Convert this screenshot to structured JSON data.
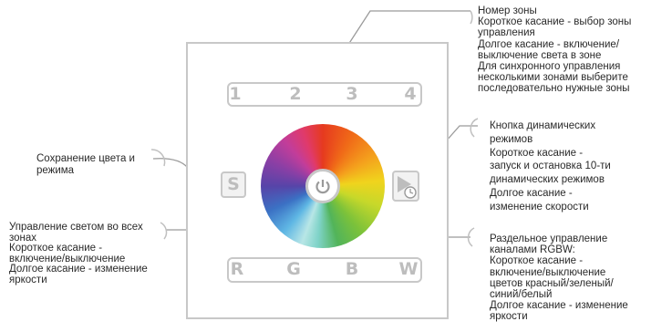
{
  "zone_buttons": [
    "1",
    "2",
    "3",
    "4"
  ],
  "channel_buttons": [
    "R",
    "G",
    "B",
    "W"
  ],
  "save_button_label": "S",
  "labels": {
    "zone": [
      "Номер зоны",
      "Короткое касание - выбор зоны",
      "управления",
      "Долгое касание - включение/",
      "выключение света в зоне",
      "Для синхронного управления",
      "несколькими зонами выберите",
      "последовательно нужные зоны"
    ],
    "save": [
      "Сохранение цвета и",
      "режима"
    ],
    "all_zones": [
      "Управление светом во всех",
      "зонах",
      "Короткое касание -",
      "включение/выключение",
      "Долгое касание - изменение",
      "яркости"
    ],
    "dynamic": [
      "Кнопка динамических",
      "режимов",
      "Короткое касание -",
      "запуск и остановка 10-ти",
      "динамических режимов",
      "Долгое касание -",
      "изменение скорости"
    ],
    "rgbw": [
      "Раздельное управление",
      "каналами RGBW:",
      "Короткое касание -",
      "включение/выключение",
      "цветов красный/зеленый/",
      "синий/белый",
      "Долгое касание - изменение",
      "яркости"
    ]
  },
  "colors": {
    "outline": "#c8c8c8",
    "line": "#9a9a9a",
    "key_text": "#bdbdbd"
  }
}
